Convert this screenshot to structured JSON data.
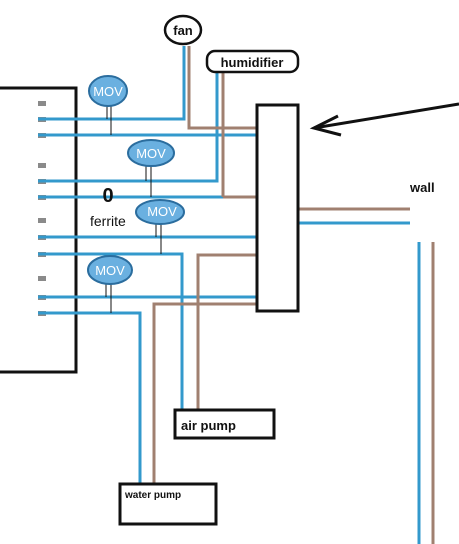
{
  "labels": {
    "fan": "fan",
    "humidifier": "humidifier",
    "wall": "wall",
    "ferrite": "ferrite",
    "ferrite_bead": "0",
    "air_pump": "air pump",
    "water_pump": "water pump",
    "mov": [
      "MOV",
      "MOV",
      "MOV",
      "MOV"
    ]
  },
  "colors": {
    "wire_blue": "#3399cc",
    "wire_brown": "#a08070",
    "mov_fill": "#6ab0e0",
    "outline": "#111111"
  }
}
